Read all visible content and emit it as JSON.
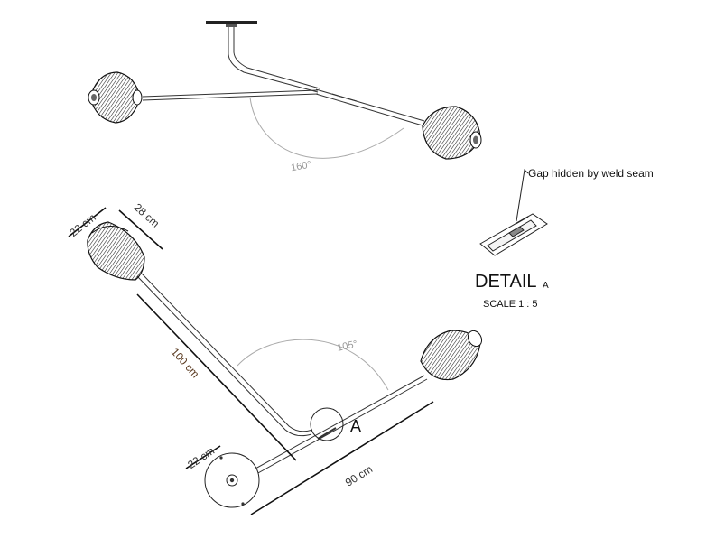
{
  "top_view": {
    "angle_label": "160°"
  },
  "bottom_view": {
    "dim_shade_width": "22 cm",
    "dim_shade_height": "28 cm",
    "dim_long_arm": "100 cm",
    "dim_short_arm": "90 cm",
    "dim_base": "22 cm",
    "angle_label": "105°",
    "callout_label": "A"
  },
  "detail": {
    "note": "Gap hidden by weld seam",
    "title": "DETAIL",
    "title_letter": "A",
    "scale": "SCALE 1 : 5"
  }
}
